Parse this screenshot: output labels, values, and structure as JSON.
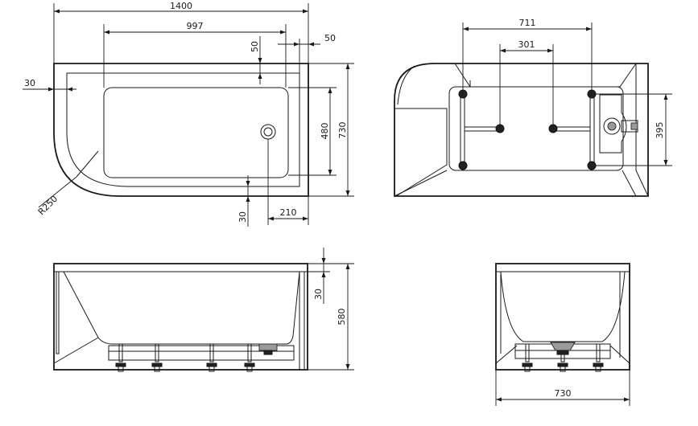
{
  "dimensions": {
    "top_length": "1400",
    "inner_length": "997",
    "top_offset": "50",
    "right_offset": "50",
    "left_rim": "30",
    "inner_width": "480",
    "outer_width": "730",
    "corner_radius": "R250",
    "bottom_rim": "30",
    "drain_offset": "210",
    "frame_span": "711",
    "leg_span": "301",
    "frame_depth": "395",
    "rim_height": "30",
    "total_height": "580",
    "end_width": "730"
  }
}
